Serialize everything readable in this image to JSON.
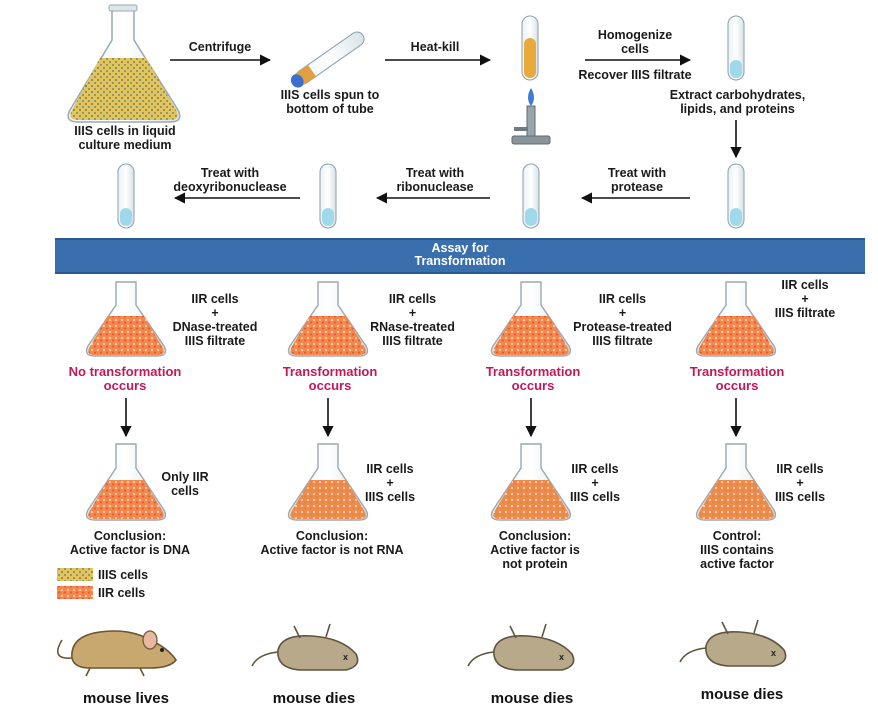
{
  "top_row": {
    "flask_label": [
      "IIIS cells in liquid",
      "culture medium"
    ],
    "centrifuge": "Centrifuge",
    "spun_label": [
      "IIIS cells spun to",
      "bottom of tube"
    ],
    "heat_kill": "Heat-kill",
    "homogenize": [
      "Homogenize",
      "cells"
    ],
    "recover": "Recover IIIS filtrate",
    "extract": [
      "Extract carbohydrates,",
      "lipids, and proteins"
    ]
  },
  "treat_row": {
    "deoxy": [
      "Treat with",
      "deoxyribonuclease"
    ],
    "ribo": [
      "Treat with",
      "ribonuclease"
    ],
    "protease": [
      "Treat with",
      "protease"
    ]
  },
  "assay_bar": [
    "Assay for",
    "Transformation"
  ],
  "columns": [
    {
      "mix": [
        "IIR cells",
        "+",
        "DNase-treated",
        "IIIS filtrate"
      ],
      "result": [
        "No transformation",
        "occurs"
      ],
      "outcome": [
        "Only IIR",
        "cells"
      ],
      "conclusion": [
        "Conclusion:",
        "Active factor is DNA"
      ],
      "mouse": "mouse lives"
    },
    {
      "mix": [
        "IIR cells",
        "+",
        "RNase-treated",
        "IIIS filtrate"
      ],
      "result": [
        "Transformation",
        "occurs"
      ],
      "outcome": [
        "IIR cells",
        "+",
        "IIIS cells"
      ],
      "conclusion": [
        "Conclusion:",
        "Active factor is not RNA"
      ],
      "mouse": "mouse dies"
    },
    {
      "mix": [
        "IIR cells",
        "+",
        "Protease-treated",
        "IIIS filtrate"
      ],
      "result": [
        "Transformation",
        "occurs"
      ],
      "outcome": [
        "IIR cells",
        "+",
        "IIIS cells"
      ],
      "conclusion": [
        "Conclusion:",
        "Active factor is",
        "not protein"
      ],
      "mouse": "mouse dies"
    },
    {
      "mix": [
        "IIR cells",
        "+",
        "IIIS filtrate"
      ],
      "result": [
        "Transformation",
        "occurs"
      ],
      "outcome": [
        "IIR cells",
        "+",
        "IIIS cells"
      ],
      "conclusion": [
        "Control:",
        "IIIS contains",
        "active factor"
      ],
      "mouse": "mouse dies"
    }
  ],
  "legend": {
    "items": [
      {
        "label": "IIIS cells",
        "color": "#d8c070"
      },
      {
        "label": "IIR cells",
        "color": "#f08a4b"
      }
    ]
  },
  "colors": {
    "assay_bar": "#3a6fad",
    "result_text": "#c2185b",
    "liquid_blue": "#9fd8ea",
    "culture_yellow": "#e6c96a",
    "culture_orange": "#f27b3f"
  }
}
